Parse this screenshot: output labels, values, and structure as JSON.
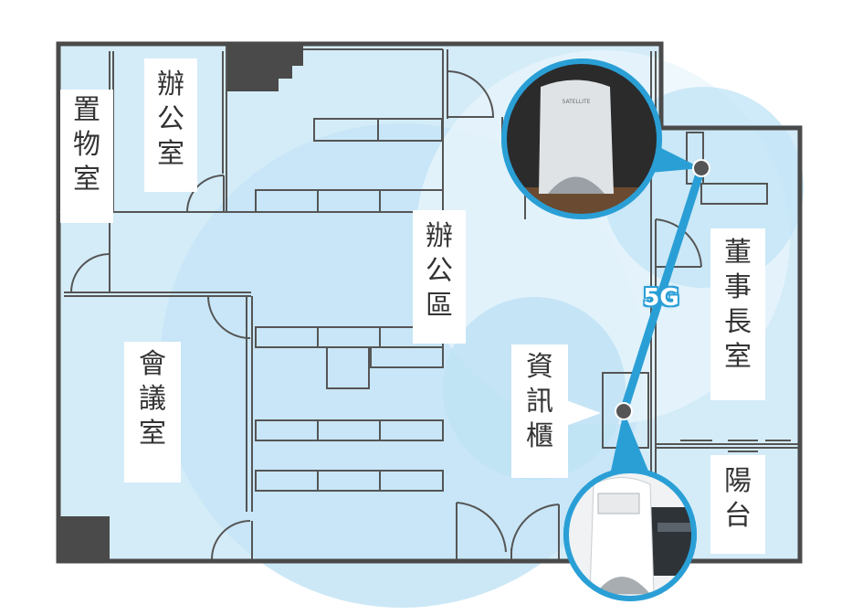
{
  "rooms": {
    "storage": "置\n物\n室",
    "office": "辦\n公\n室",
    "open_office": "辦\n公\n區",
    "meeting_room": "會\n議\n室",
    "server_cabinet": "資\n訊\n櫃",
    "chairman_office": "董\n事\n長\n室",
    "balcony": "陽\n台"
  },
  "link": {
    "band": "5G"
  },
  "device_top": {
    "brand": "SATELLITE"
  },
  "colors": {
    "coverage": "#bfe3f5",
    "link": "#2a9fd6",
    "wall": "#4a4a4a",
    "node": "#555555"
  }
}
